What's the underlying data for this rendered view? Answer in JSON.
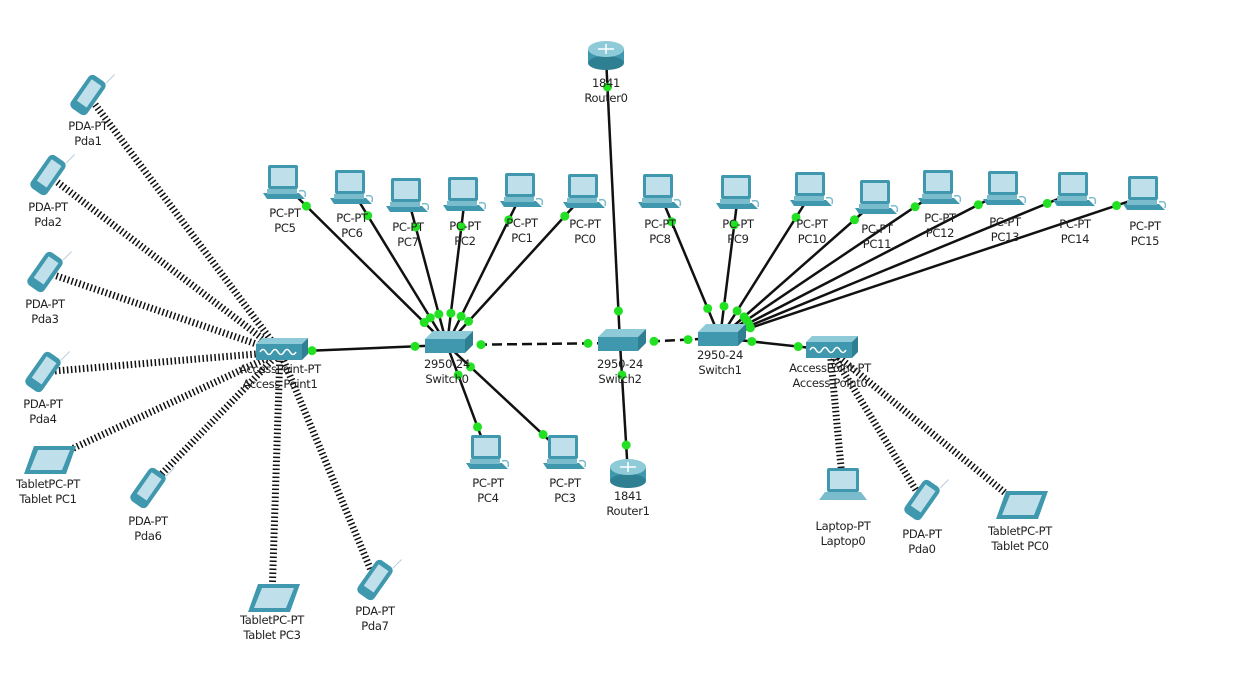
{
  "colors": {
    "device": "#3f98ad",
    "device_light": "#bfe0ea",
    "link": "#111111",
    "port_up": "#22e022"
  },
  "devices": [
    {
      "id": "pda1",
      "type": "pda",
      "model": "PDA-PT",
      "name": "Pda1"
    },
    {
      "id": "pda2",
      "type": "pda",
      "model": "PDA-PT",
      "name": "Pda2"
    },
    {
      "id": "pda3",
      "type": "pda",
      "model": "PDA-PT",
      "name": "Pda3"
    },
    {
      "id": "pda4",
      "type": "pda",
      "model": "PDA-PT",
      "name": "Pda4"
    },
    {
      "id": "tab1",
      "type": "tablet",
      "model": "TabletPC-PT",
      "name": "Tablet PC1"
    },
    {
      "id": "pda6",
      "type": "pda",
      "model": "PDA-PT",
      "name": "Pda6"
    },
    {
      "id": "tab3",
      "type": "tablet",
      "model": "TabletPC-PT",
      "name": "Tablet PC3"
    },
    {
      "id": "pda7",
      "type": "pda",
      "model": "PDA-PT",
      "name": "Pda7"
    },
    {
      "id": "ap1",
      "type": "ap",
      "model": "AccessPoint-PT",
      "name": "Access Point1"
    },
    {
      "id": "pc5",
      "type": "pc",
      "model": "PC-PT",
      "name": "PC5"
    },
    {
      "id": "pc6",
      "type": "pc",
      "model": "PC-PT",
      "name": "PC6"
    },
    {
      "id": "pc7",
      "type": "pc",
      "model": "PC-PT",
      "name": "PC7"
    },
    {
      "id": "pc2",
      "type": "pc",
      "model": "PC-PT",
      "name": "PC2"
    },
    {
      "id": "pc1",
      "type": "pc",
      "model": "PC-PT",
      "name": "PC1"
    },
    {
      "id": "pc0",
      "type": "pc",
      "model": "PC-PT",
      "name": "PC0"
    },
    {
      "id": "pc8",
      "type": "pc",
      "model": "PC-PT",
      "name": "PC8"
    },
    {
      "id": "pc9",
      "type": "pc",
      "model": "PC-PT",
      "name": "PC9"
    },
    {
      "id": "pc10",
      "type": "pc",
      "model": "PC-PT",
      "name": "PC10"
    },
    {
      "id": "pc11",
      "type": "pc",
      "model": "PC-PT",
      "name": "PC11"
    },
    {
      "id": "pc12",
      "type": "pc",
      "model": "PC-PT",
      "name": "PC12"
    },
    {
      "id": "pc13",
      "type": "pc",
      "model": "PC-PT",
      "name": "PC13"
    },
    {
      "id": "pc14",
      "type": "pc",
      "model": "PC-PT",
      "name": "PC14"
    },
    {
      "id": "pc15",
      "type": "pc",
      "model": "PC-PT",
      "name": "PC15"
    },
    {
      "id": "r0",
      "type": "router",
      "model": "1841",
      "name": "Router0"
    },
    {
      "id": "sw0",
      "type": "switch",
      "model": "2950-24",
      "name": "Switch0"
    },
    {
      "id": "sw2",
      "type": "switch",
      "model": "2950-24",
      "name": "Switch2"
    },
    {
      "id": "sw1",
      "type": "switch",
      "model": "2950-24",
      "name": "Switch1"
    },
    {
      "id": "ap0",
      "type": "ap",
      "model": "AccessPoint-PT",
      "name": "Access Point0"
    },
    {
      "id": "pc4",
      "type": "pc",
      "model": "PC-PT",
      "name": "PC4"
    },
    {
      "id": "pc3",
      "type": "pc",
      "model": "PC-PT",
      "name": "PC3"
    },
    {
      "id": "r1",
      "type": "router",
      "model": "1841",
      "name": "Router1"
    },
    {
      "id": "lap0",
      "type": "laptop",
      "model": "Laptop-PT",
      "name": "Laptop0"
    },
    {
      "id": "pda0",
      "type": "pda",
      "model": "PDA-PT",
      "name": "Pda0"
    },
    {
      "id": "tab0",
      "type": "tablet",
      "model": "TabletPC-PT",
      "name": "Tablet PC0"
    }
  ],
  "links": [
    {
      "a": "pda1",
      "b": "ap1",
      "kind": "wireless"
    },
    {
      "a": "pda2",
      "b": "ap1",
      "kind": "wireless"
    },
    {
      "a": "pda3",
      "b": "ap1",
      "kind": "wireless"
    },
    {
      "a": "pda4",
      "b": "ap1",
      "kind": "wireless"
    },
    {
      "a": "tab1",
      "b": "ap1",
      "kind": "wireless"
    },
    {
      "a": "pda6",
      "b": "ap1",
      "kind": "wireless"
    },
    {
      "a": "tab3",
      "b": "ap1",
      "kind": "wireless"
    },
    {
      "a": "pda7",
      "b": "ap1",
      "kind": "wireless"
    },
    {
      "a": "lap0",
      "b": "ap0",
      "kind": "wireless"
    },
    {
      "a": "pda0",
      "b": "ap0",
      "kind": "wireless"
    },
    {
      "a": "tab0",
      "b": "ap0",
      "kind": "wireless"
    },
    {
      "a": "ap1",
      "b": "sw0",
      "kind": "straight"
    },
    {
      "a": "pc5",
      "b": "sw0",
      "kind": "straight"
    },
    {
      "a": "pc6",
      "b": "sw0",
      "kind": "straight"
    },
    {
      "a": "pc7",
      "b": "sw0",
      "kind": "straight"
    },
    {
      "a": "pc2",
      "b": "sw0",
      "kind": "straight"
    },
    {
      "a": "pc1",
      "b": "sw0",
      "kind": "straight"
    },
    {
      "a": "pc0",
      "b": "sw0",
      "kind": "straight"
    },
    {
      "a": "pc4",
      "b": "sw0",
      "kind": "straight"
    },
    {
      "a": "pc3",
      "b": "sw0",
      "kind": "straight"
    },
    {
      "a": "sw0",
      "b": "sw2",
      "kind": "crossover"
    },
    {
      "a": "sw2",
      "b": "sw1",
      "kind": "crossover"
    },
    {
      "a": "r0",
      "b": "sw2",
      "kind": "straight"
    },
    {
      "a": "r1",
      "b": "sw2",
      "kind": "straight"
    },
    {
      "a": "pc8",
      "b": "sw1",
      "kind": "straight"
    },
    {
      "a": "pc9",
      "b": "sw1",
      "kind": "straight"
    },
    {
      "a": "pc10",
      "b": "sw1",
      "kind": "straight"
    },
    {
      "a": "pc11",
      "b": "sw1",
      "kind": "straight"
    },
    {
      "a": "pc12",
      "b": "sw1",
      "kind": "straight"
    },
    {
      "a": "pc13",
      "b": "sw1",
      "kind": "straight"
    },
    {
      "a": "pc14",
      "b": "sw1",
      "kind": "straight"
    },
    {
      "a": "pc15",
      "b": "sw1",
      "kind": "straight"
    },
    {
      "a": "ap0",
      "b": "sw1",
      "kind": "straight"
    }
  ]
}
